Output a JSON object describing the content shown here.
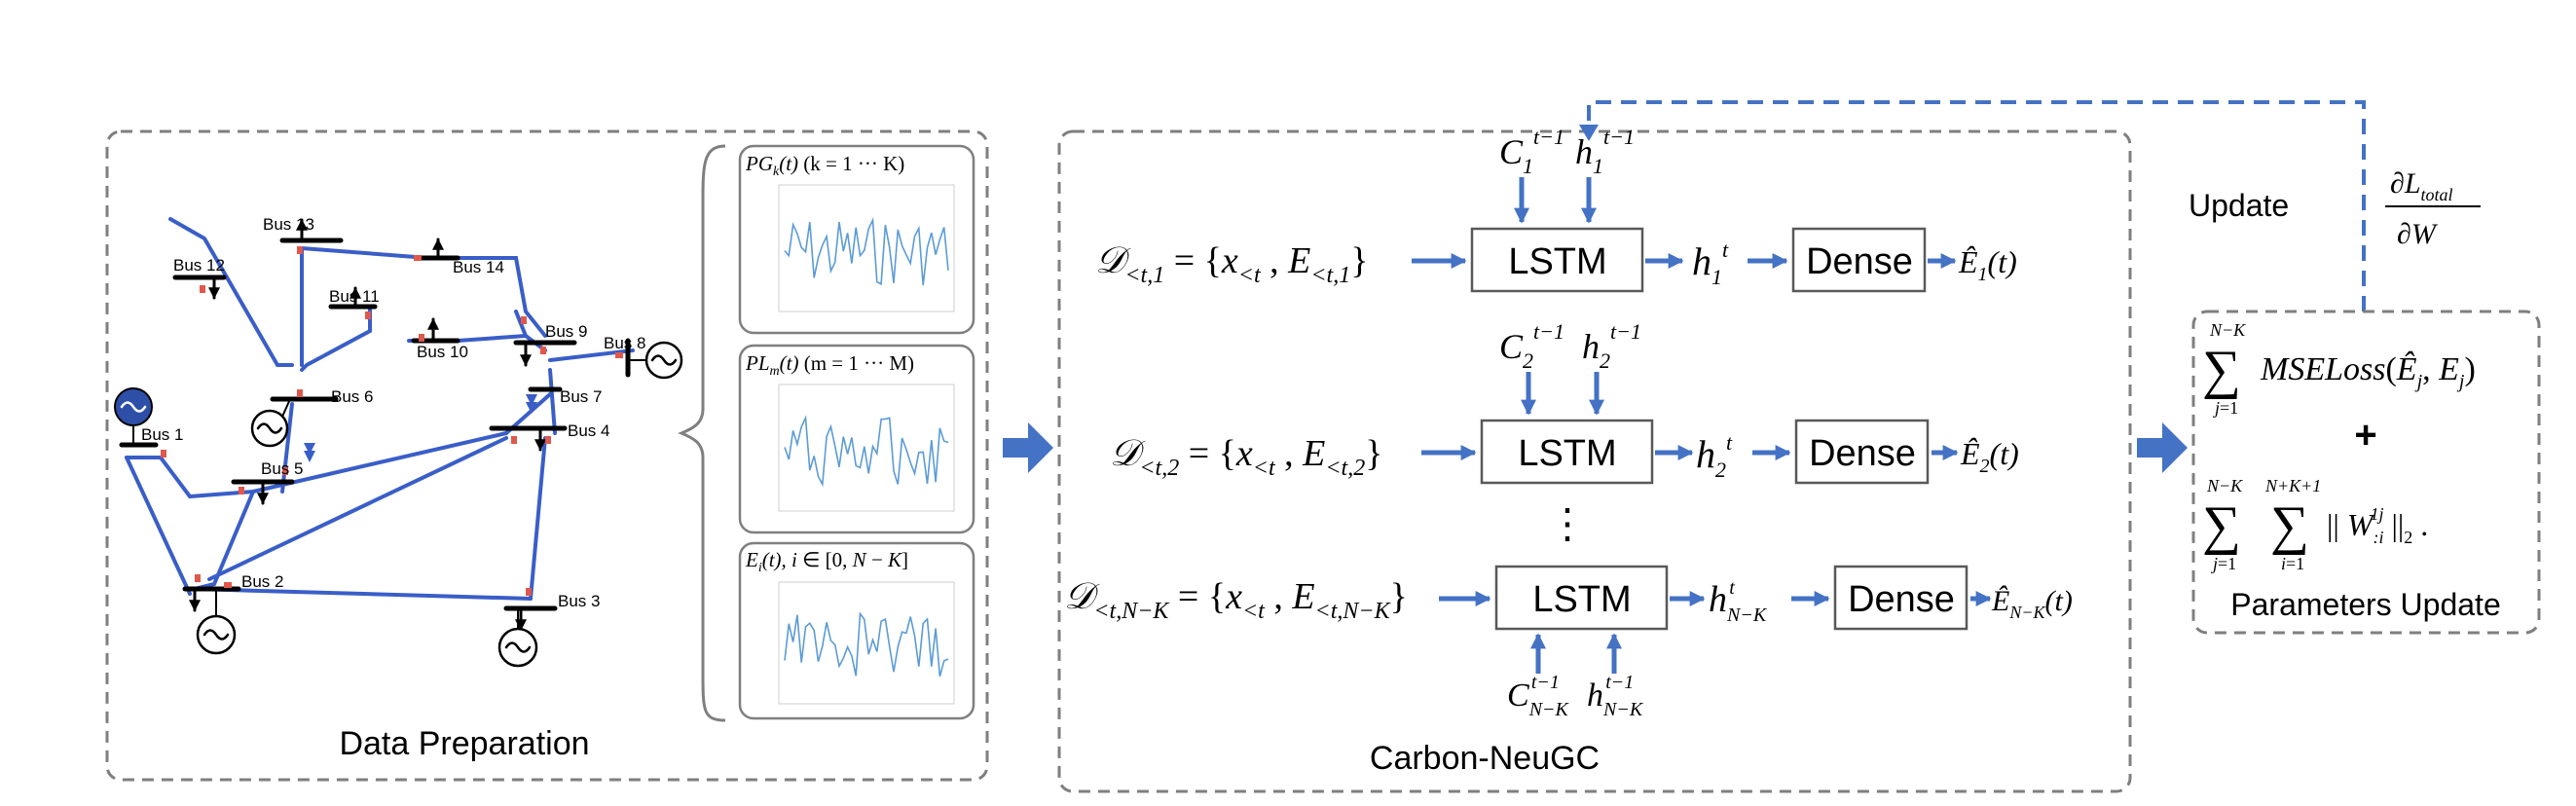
{
  "colors": {
    "accent": "#4472C4",
    "dash": "#7f7f7f",
    "bus_line": "#3a5ec8",
    "marker": "#e0584b",
    "text": "#000000"
  },
  "data_preparation": {
    "title": "Data Preparation",
    "buses": [
      "Bus 1",
      "Bus 2",
      "Bus 3",
      "Bus 4",
      "Bus 5",
      "Bus 6",
      "Bus 7",
      "Bus 8",
      "Bus 9",
      "Bus 10",
      "Bus 11",
      "Bus 12",
      "Bus 13",
      "Bus 14"
    ],
    "series_panels": [
      {
        "label": "PG_k(t) (k = 1 ··· K)"
      },
      {
        "label": "PL_m(t) (m = 1 ··· M)"
      },
      {
        "label": "E_i(t), i ∈ [0, N−K]"
      }
    ]
  },
  "carbon_neugc": {
    "title": "Carbon-NeuGC",
    "rows": [
      {
        "input": "𝒟<t,1 = {x<t , E<t,1}",
        "state_c": "C1 t−1",
        "state_h": "h1 t−1",
        "lstm_label": "LSTM",
        "hidden": "h1 t",
        "dense_label": "Dense",
        "output": "Ê1(t)"
      },
      {
        "input": "𝒟<t,2 = {x<t , E<t,2}",
        "state_c": "C2 t−1",
        "state_h": "h2 t−1",
        "lstm_label": "LSTM",
        "hidden": "h2 t",
        "dense_label": "Dense",
        "output": "Ê2(t)"
      },
      {
        "input": "𝒟<t,N−K = {x<t , E<t,N−K}",
        "state_c": "CN−K t−1",
        "state_h": "hN−K t−1",
        "lstm_label": "LSTM",
        "hidden": "hN−K t",
        "dense_label": "Dense",
        "output": "ÊN−K(t)"
      }
    ],
    "ellipsis": "⋮"
  },
  "update": {
    "label": "Update",
    "gradient": "∂L_total / ∂W"
  },
  "parameters_update": {
    "title": "Parameters Update",
    "loss_term": "Σ_{j=1}^{N−K} MSELoss(Ê_j, E_j)",
    "plus": "+",
    "reg_term": "Σ_{j=1}^{N−K} Σ_{i=1}^{N+K+1} || W^{1j}_{:i} ||_2 ."
  }
}
